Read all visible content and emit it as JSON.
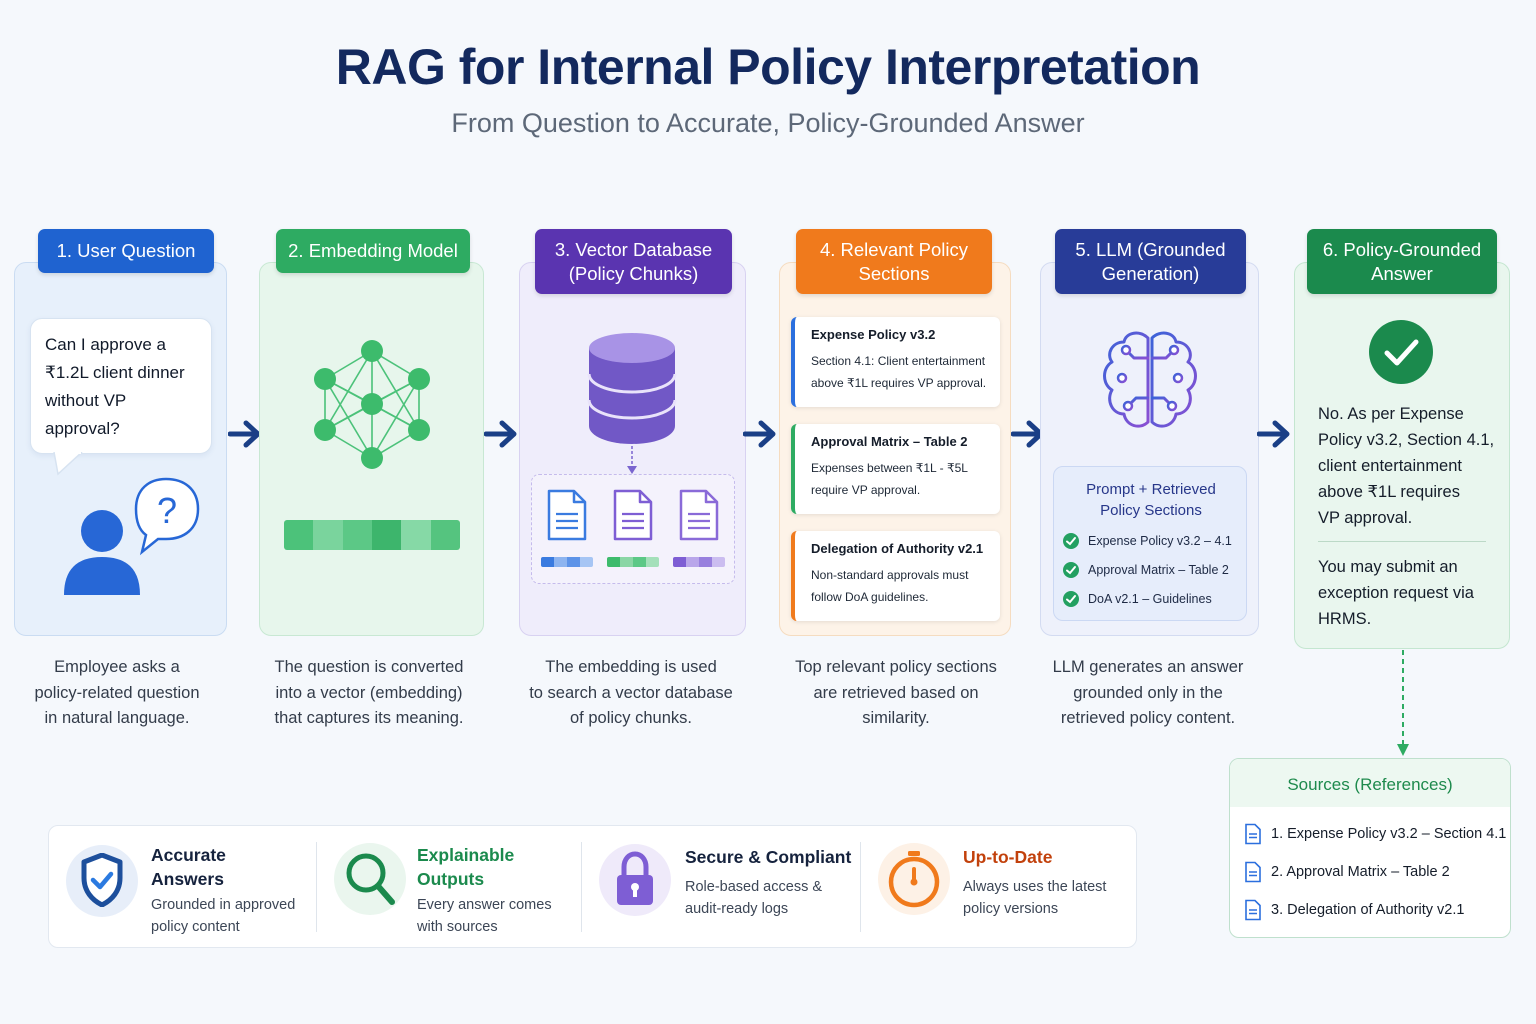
{
  "header": {
    "title": "RAG for Internal Policy Interpretation",
    "subtitle": "From Question to Accurate, Policy-Grounded Answer"
  },
  "colors": {
    "blue": "#1f63d0",
    "green": "#2eab62",
    "purple": "#5a34b0",
    "orange": "#f07a1c",
    "navy": "#283c98",
    "dark_green": "#1b8a4d"
  },
  "steps": [
    {
      "label": "1. User Question",
      "caption": [
        "Employee asks a",
        "policy-related question",
        "in natural language."
      ]
    },
    {
      "label": "2. Embedding Model",
      "caption": [
        "The question is converted",
        "into a vector (embedding)",
        "that captures its meaning."
      ]
    },
    {
      "label": [
        "3. Vector Database",
        "(Policy Chunks)"
      ],
      "caption": [
        "The embedding is used",
        "to search a vector database",
        "of policy chunks."
      ]
    },
    {
      "label": [
        "4. Relevant Policy",
        "Sections"
      ],
      "caption": [
        "Top relevant policy sections",
        "are retrieved based on",
        "similarity."
      ]
    },
    {
      "label": [
        "5. LLM (Grounded",
        "Generation)"
      ],
      "caption": [
        "LLM generates an answer",
        "grounded only in the",
        "retrieved policy content."
      ]
    },
    {
      "label": [
        "6. Policy-Grounded",
        "Answer"
      ]
    }
  ],
  "question_bubble": [
    "Can I approve a",
    "₹1.2L client dinner",
    "without VP",
    "approval?"
  ],
  "policy_sections": [
    {
      "title": "Expense Policy v3.2",
      "body": [
        "Section 4.1: Client entertainment",
        "above ₹1L requires VP approval."
      ]
    },
    {
      "title": "Approval Matrix – Table 2",
      "body": [
        "Expenses between ₹1L - ₹5L",
        "require VP approval."
      ]
    },
    {
      "title": "Delegation of Authority v2.1",
      "body": [
        "Non-standard approvals must",
        "follow DoA guidelines."
      ]
    }
  ],
  "prompt_box": {
    "title": [
      "Prompt + Retrieved",
      "Policy Sections"
    ],
    "items": [
      "Expense Policy v3.2 – 4.1",
      "Approval Matrix – Table 2",
      "DoA v2.1 – Guidelines"
    ]
  },
  "answer": {
    "main": [
      "No. As per Expense",
      "Policy v3.2, Section 4.1,",
      "client entertainment",
      "above ₹1L requires",
      "VP approval."
    ],
    "secondary": [
      "You may submit an",
      "exception request via",
      "HRMS."
    ]
  },
  "sources": {
    "title": "Sources (References)",
    "items": [
      "1. Expense Policy v3.2 – Section 4.1",
      "2. Approval Matrix – Table 2",
      "3. Delegation of Authority v2.1"
    ]
  },
  "benefits": [
    {
      "title": [
        "Accurate",
        "Answers"
      ],
      "desc": [
        "Grounded in approved",
        "policy content"
      ],
      "icon": "shield-check-icon",
      "color": "#1d4f9c"
    },
    {
      "title": [
        "Explainable",
        "Outputs"
      ],
      "desc": [
        "Every answer comes",
        "with sources"
      ],
      "icon": "magnifier-icon",
      "color": "#1b8a4d"
    },
    {
      "title": [
        "Secure & Compliant"
      ],
      "desc": [
        "Role-based access &",
        "audit-ready logs"
      ],
      "icon": "lock-icon",
      "color": "#15223d"
    },
    {
      "title": [
        "Up-to-Date"
      ],
      "desc": [
        "Always uses the latest",
        "policy versions"
      ],
      "icon": "timer-icon",
      "color": "#c2410c"
    }
  ]
}
